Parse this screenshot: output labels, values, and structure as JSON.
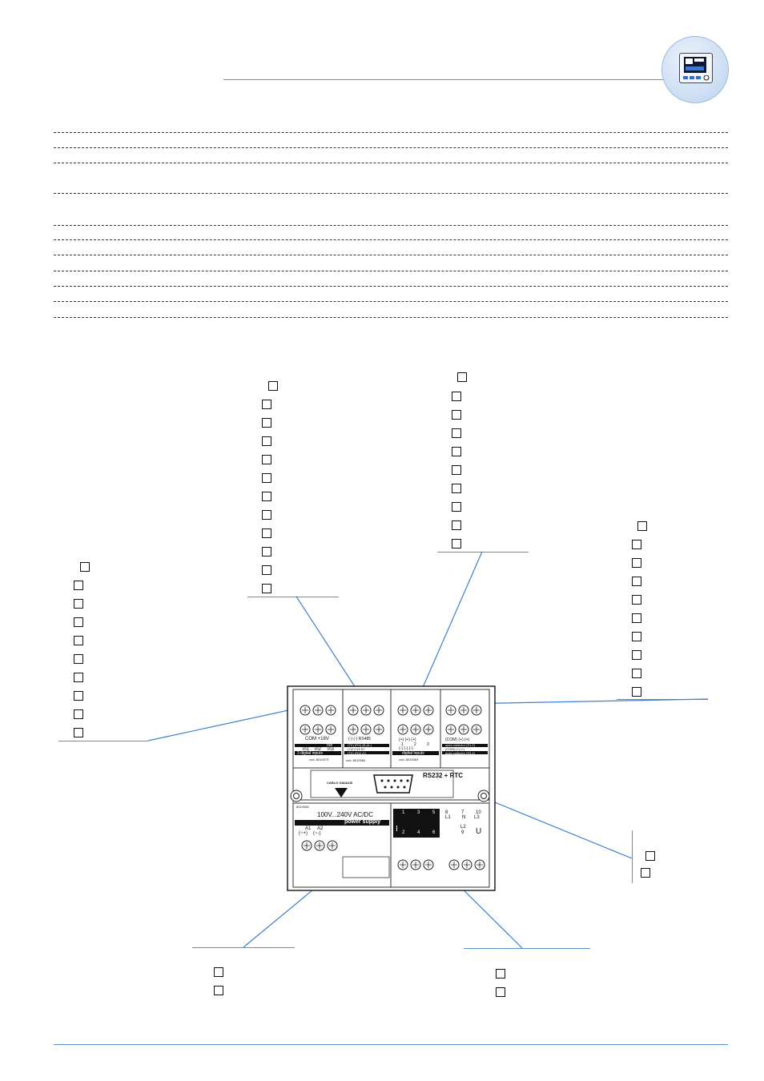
{
  "panel": {
    "digital_inputs_module": {
      "header": "COM  +18V",
      "subheader": "out",
      "inputs": [
        "in1",
        "in2",
        "in3"
      ],
      "caption": "3 digital inputs",
      "part_no": "cod. 8010073"
    },
    "rs485_module": {
      "header": "(-) (-)  RS485",
      "rows": [
        "(TX) (RX) (B-|A-)",
        "(+)2 (+)4 D+",
        "(TX) (RX) (1)"
      ],
      "part_no": "cod. 8010064"
    },
    "digital_inputs_2_module": {
      "header": "(+) (+) (+)",
      "numbers": [
        "1",
        "2",
        "3"
      ],
      "footer": "(-) (-) (-)",
      "caption": "digital inputs",
      "part_no": "cod. 8010063"
    },
    "open_collector_module": {
      "header": "(COM) (+) (+)",
      "rows": [
        "open collector (S1,2)",
        "(COM) (+) (+)",
        "open collector (S3,4)"
      ]
    },
    "rs232": {
      "label": "RS232 + RTC",
      "brand": "CARLO GAVAZZI"
    },
    "power_supply": {
      "part_no": "8010056",
      "voltage": "100V...240V AC/DC",
      "caption": "power supply",
      "terminals": [
        "A1",
        "A2"
      ],
      "terminal_signs": [
        "(~+)",
        "(~-)"
      ]
    },
    "measure_module": {
      "current_numbers": [
        "1",
        "3",
        "5",
        "2",
        "4",
        "6"
      ],
      "voltage_numbers": [
        "8",
        "7",
        "10",
        "9"
      ],
      "voltage_labels": [
        "L1",
        "N",
        "L3",
        "L2"
      ],
      "unit": "U",
      "current_unit": "I"
    }
  },
  "colors": {
    "accent_line": "#5b8fd0",
    "badge_fill": "#cfe0f4",
    "text": "#111111"
  }
}
